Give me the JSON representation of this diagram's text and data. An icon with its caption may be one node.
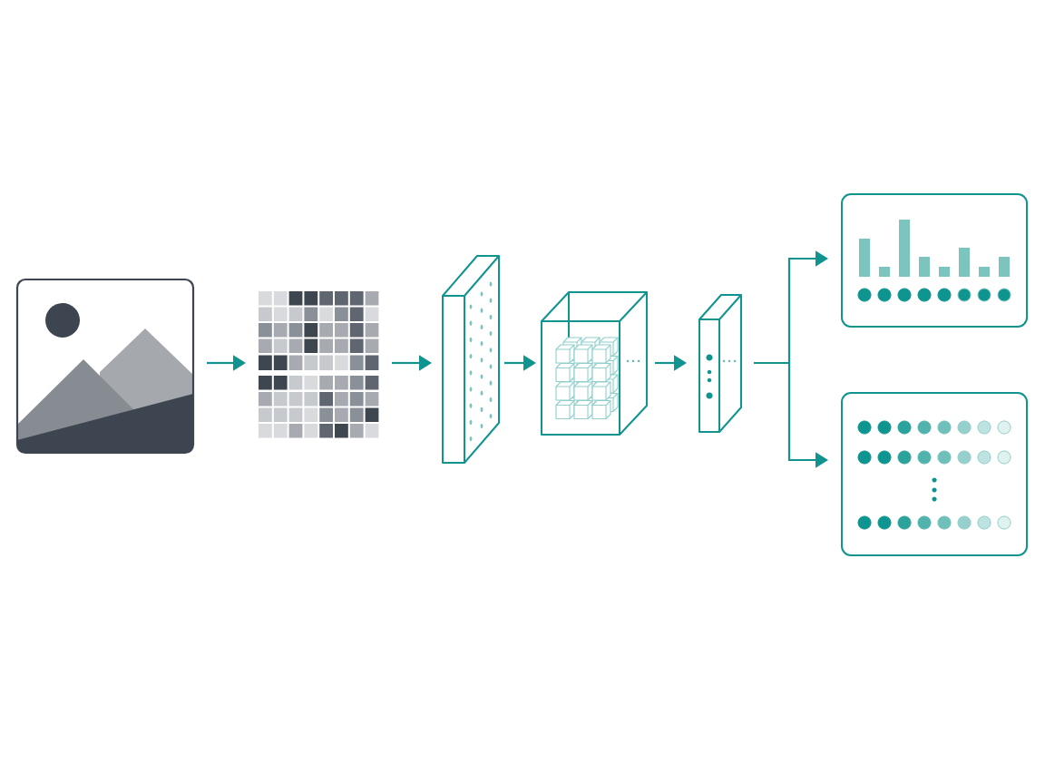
{
  "diagram": {
    "nodes": [
      {
        "text": [],
        "shape": "picture"
      },
      {
        "text": [],
        "shape": "picture"
      },
      {
        "text": [],
        "shape": "box"
      },
      {
        "text": [],
        "shape": "box"
      },
      {
        "text": [],
        "shape": "box"
      },
      {
        "text": [],
        "shape": "box"
      },
      {
        "text": [],
        "shape": "box"
      }
    ],
    "edges": [
      {
        "from": 0,
        "to": 1,
        "arrow": "to"
      },
      {
        "from": 1,
        "to": 2,
        "arrow": "to"
      },
      {
        "from": 2,
        "to": 3,
        "arrow": "to"
      },
      {
        "from": 3,
        "to": 4,
        "arrow": "to"
      },
      {
        "from": 4,
        "to": 5,
        "arrow": "to"
      },
      {
        "from": 4,
        "to": 6,
        "arrow": "to"
      }
    ]
  }
}
